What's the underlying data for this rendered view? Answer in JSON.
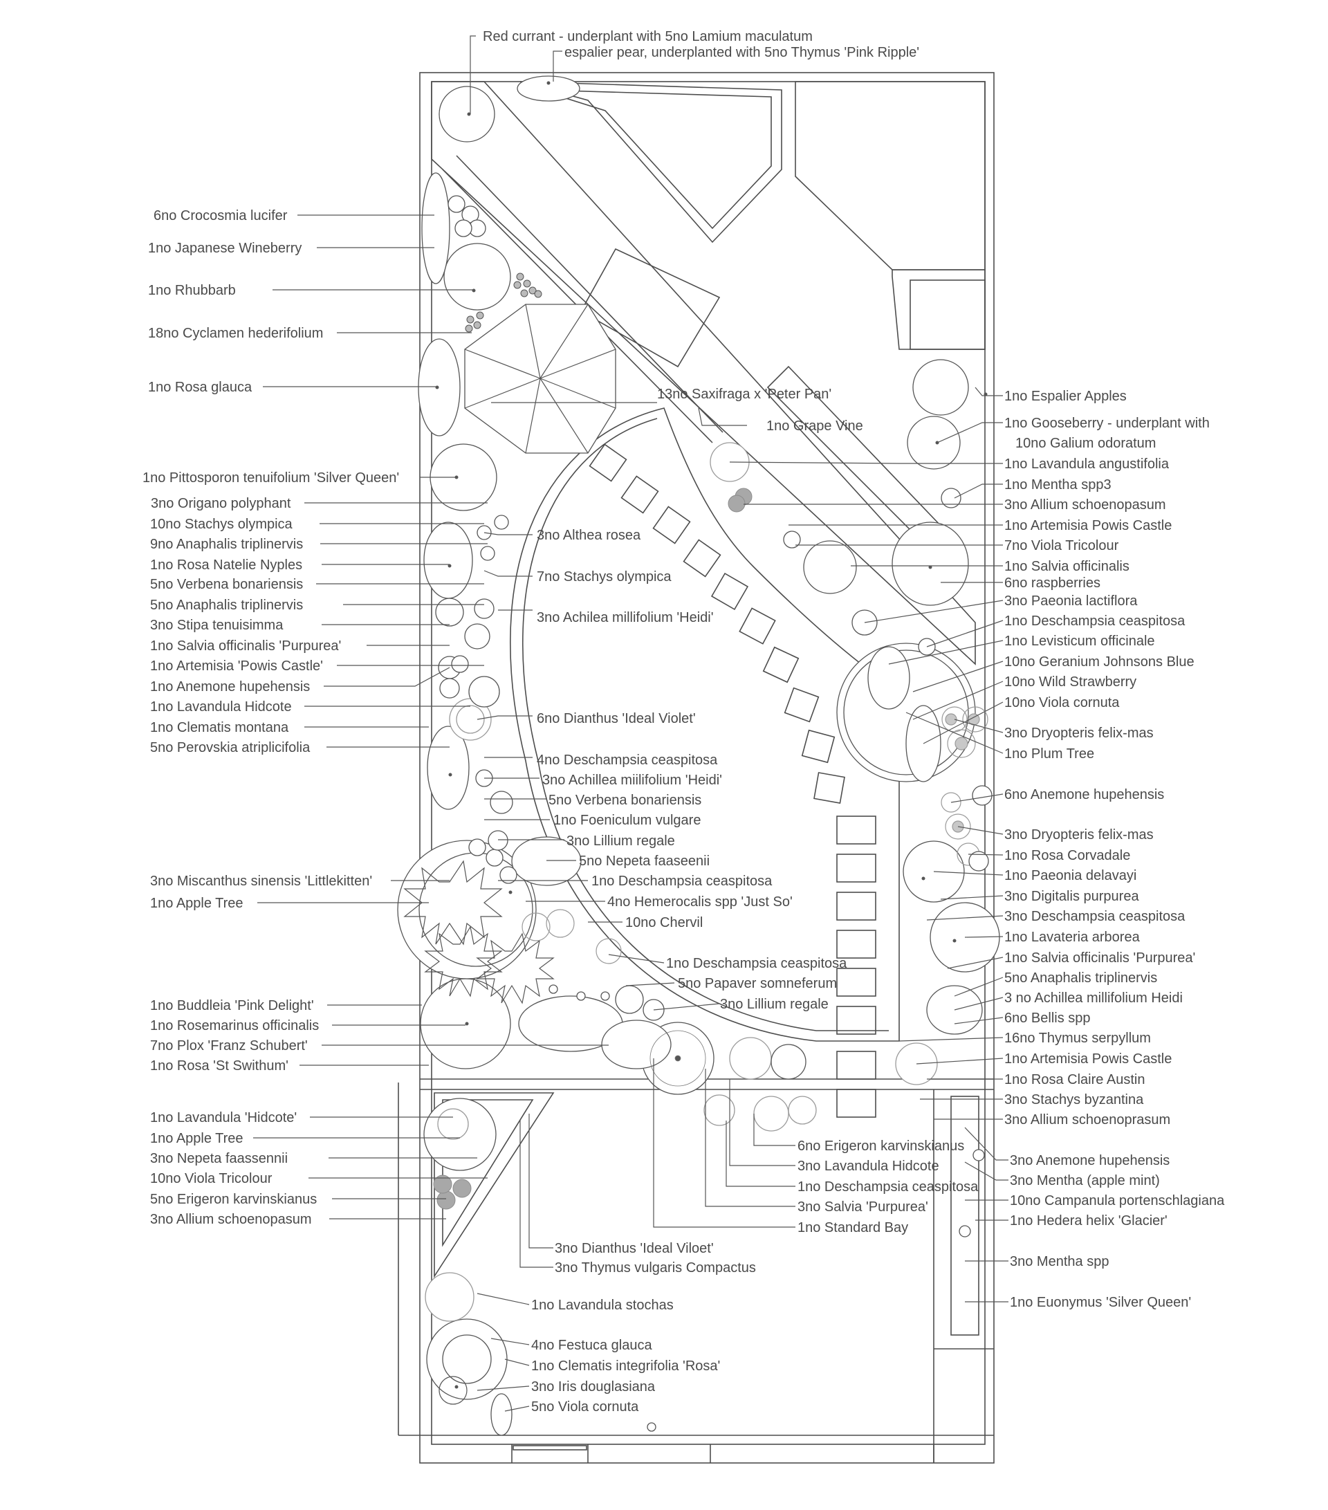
{
  "labels_top": [
    "Red currant - underplant with 5no Lamium maculatum",
    "espalier pear, underplanted with 5no Thymus 'Pink Ripple'"
  ],
  "labels_left": [
    "6no Crocosmia lucifer",
    "1no Japanese Wineberry",
    "1no Rhubbarb",
    "18no Cyclamen hederifolium",
    "1no Rosa glauca",
    "1no Pittosporon tenuifolium 'Silver Queen'",
    "3no Origano polyphant",
    "10no Stachys olympica",
    "9no Anaphalis triplinervis",
    "1no Rosa Natelie Nyples",
    "5no Verbena bonariensis",
    "5no Anaphalis triplinervis",
    "3no Stipa tenuisimma",
    "1no Salvia officinalis 'Purpurea'",
    "1no Artemisia 'Powis Castle'",
    "1no Anemone hupehensis",
    "1no Lavandula Hidcote",
    "1no Clematis montana",
    "5no Perovskia atriplicifolia",
    "3no Miscanthus sinensis 'Littlekitten'",
    "1no Apple Tree",
    "1no Buddleia 'Pink Delight'",
    "1no Rosemarinus officinalis",
    "7no Plox 'Franz Schubert'",
    "1no Rosa 'St Swithum'",
    "1no Lavandula 'Hidcote'",
    "1no Apple Tree",
    "3no Nepeta faassennii",
    "10no Viola Tricolour",
    "5no Erigeron karvinskianus",
    "3no Allium schoenopasum"
  ],
  "labels_center": [
    "13no Saxifraga x 'Peter Pan'",
    "1no Grape Vine",
    "3no Althea rosea",
    "7no Stachys olympica",
    "3no Achilea millifolium 'Heidi'",
    "6no Dianthus 'Ideal Violet'",
    "4no Deschampsia ceaspitosa",
    "3no Achillea miilifolium 'Heidi'",
    "5no Verbena bonariensis",
    "1no Foeniculum vulgare",
    "3no Lillium regale",
    "5no Nepeta faaseenii",
    "1no Deschampsia ceaspitosa",
    "4no Hemerocalis spp 'Just So'",
    "10no Chervil",
    "1no Deschampsia ceaspitosa",
    "5no Papaver somneferum",
    "3no Lillium regale"
  ],
  "labels_right": [
    "1no Espalier Apples",
    "1no Gooseberry - underplant with",
    "10no Galium odoratum",
    "1no Lavandula angustifolia",
    "1no Mentha spp3",
    "3no Allium schoenopasum",
    "1no Artemisia Powis Castle",
    "7no Viola Tricolour",
    "1no Salvia officinalis",
    "6no raspberries",
    "3no Paeonia lactiflora",
    "1no Deschampsia ceaspitosa",
    "1no Levisticum officinale",
    "10no Geranium Johnsons Blue",
    "10no Wild Strawberry",
    "10no Viola cornuta",
    "3no Dryopteris felix-mas",
    "1no Plum Tree",
    "6no Anemone hupehensis",
    "3no Dryopteris felix-mas",
    "1no Rosa Corvadale",
    "1no Paeonia delavayi",
    "3no Digitalis purpurea",
    "3no Deschampsia ceaspitosa",
    "1no Lavateria arborea",
    "1no Salvia officinalis 'Purpurea'",
    "5no Anaphalis triplinervis",
    "3 no Achillea millifolium Heidi",
    "6no Bellis spp",
    "16no Thymus serpyllum",
    "1no Artemisia Powis Castle",
    "1no Rosa Claire Austin",
    "3no Stachys byzantina",
    "3no Allium schoenoprasum",
    "3no Anemone hupehensis",
    "3no Mentha (apple mint)",
    "10no Campanula portenschlagiana",
    "1no Hedera helix 'Glacier'",
    "3no Mentha spp",
    "1no Euonymus 'Silver Queen'"
  ],
  "labels_bottom": [
    "6no Erigeron karvinskianus",
    "3no Lavandula Hidcote",
    "1no Deschampsia ceaspitosa",
    "3no Salvia 'Purpurea'",
    "1no Standard Bay",
    "3no Dianthus 'Ideal Viloet'",
    "3no Thymus vulgaris Compactus",
    "1no Lavandula stochas",
    "4no Festuca glauca",
    "1no Clematis integrifolia 'Rosa'",
    "3no Iris douglasiana",
    "5no Viola cornuta"
  ],
  "colors": {
    "line": "#555555",
    "text": "#4a4a4a",
    "grey_plant": "#a8a8a8",
    "background": "#ffffff"
  }
}
